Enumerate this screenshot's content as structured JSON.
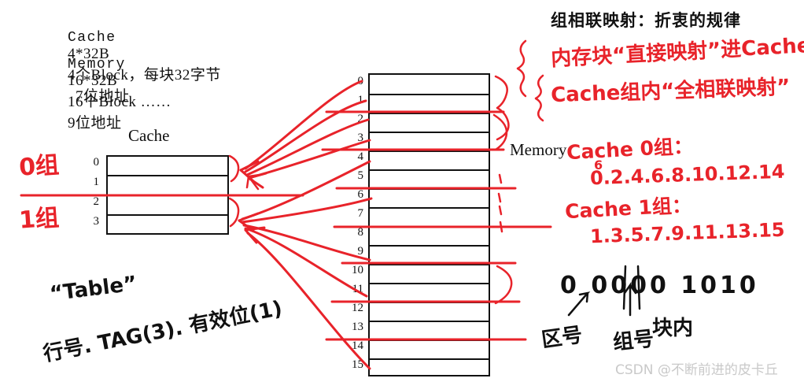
{
  "header": {
    "title": "组相联映射：折衷的规律",
    "rows": [
      {
        "name": "Cache",
        "size": "4*32B",
        "blocks": "4个Block，每块32字节",
        "addr": "7位地址"
      },
      {
        "name": "Memory",
        "size": "16*32B",
        "blocks": "16个Block ……",
        "addr": "9位地址"
      }
    ]
  },
  "cache": {
    "caption": "Cache",
    "row_labels": [
      "0",
      "1",
      "2",
      "3"
    ],
    "group_labels": [
      "0组",
      "1组"
    ]
  },
  "memory": {
    "caption": "Memory",
    "row_labels": [
      "0",
      "1",
      "2",
      "3",
      "4",
      "5",
      "6",
      "7",
      "8",
      "9",
      "10",
      "11",
      "12",
      "13",
      "14",
      "15"
    ]
  },
  "annotations": {
    "rule_line_1": "内存块“直接映射”进Cache组",
    "rule_line_2": "Cache组内“全相联映射”",
    "set0_label": "Cache 0组：",
    "set0_members": "0.2.4.6.8.10.12.14",
    "set0_inserted": "6",
    "set1_label": "Cache 1组：",
    "set1_members": "1.3.5.7.9.11.13.15",
    "table_label": "“Table”",
    "table_fields": "行号. TAG(3). 有效位(1)",
    "address_bits": "0  0000  1010",
    "field_tag": "区号",
    "field_set": "组号",
    "field_offset": "块内"
  },
  "watermark": "CSDN @不断前进的皮卡丘",
  "colors": {
    "ink_red": "#e8232a",
    "ink_black": "#111111",
    "watermark_gray": "#c9c9c9"
  }
}
